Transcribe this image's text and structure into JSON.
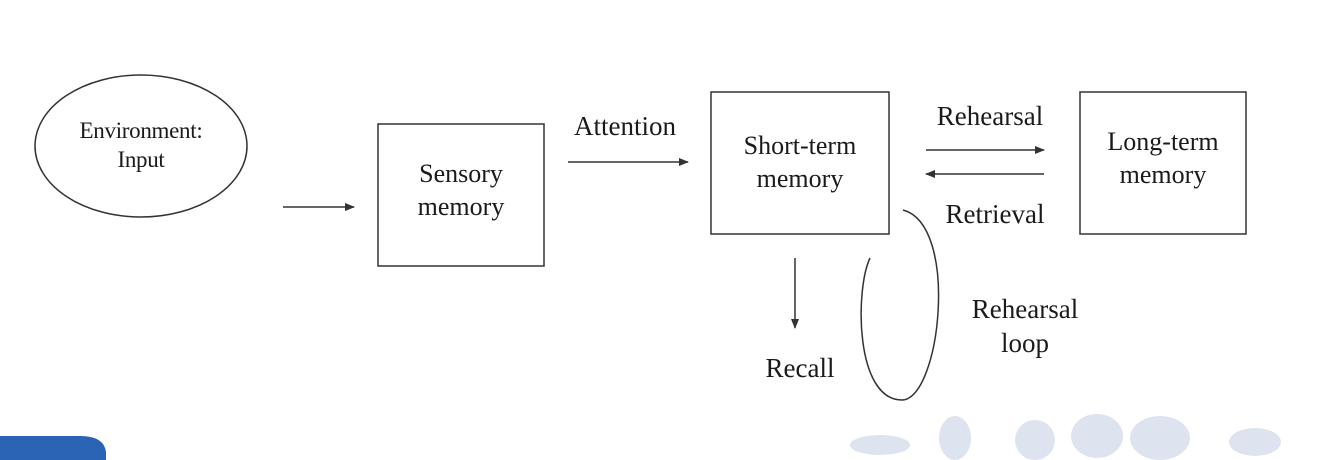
{
  "nodes": {
    "environment": {
      "line1": "Environment:",
      "line2": "Input"
    },
    "sensory": {
      "line1": "Sensory",
      "line2": "memory"
    },
    "short_term": {
      "line1": "Short-term",
      "line2": "memory"
    },
    "long_term": {
      "line1": "Long-term",
      "line2": "memory"
    }
  },
  "edges": {
    "attention": "Attention",
    "rehearsal": "Rehearsal",
    "retrieval": "Retrieval",
    "recall": "Recall",
    "rehearsal_loop": {
      "line1": "Rehearsal",
      "line2": "loop"
    }
  },
  "colors": {
    "stroke": "#333333",
    "text": "#1a1a1a",
    "decor": "#dde4ef",
    "tab": "#2b63b5"
  }
}
